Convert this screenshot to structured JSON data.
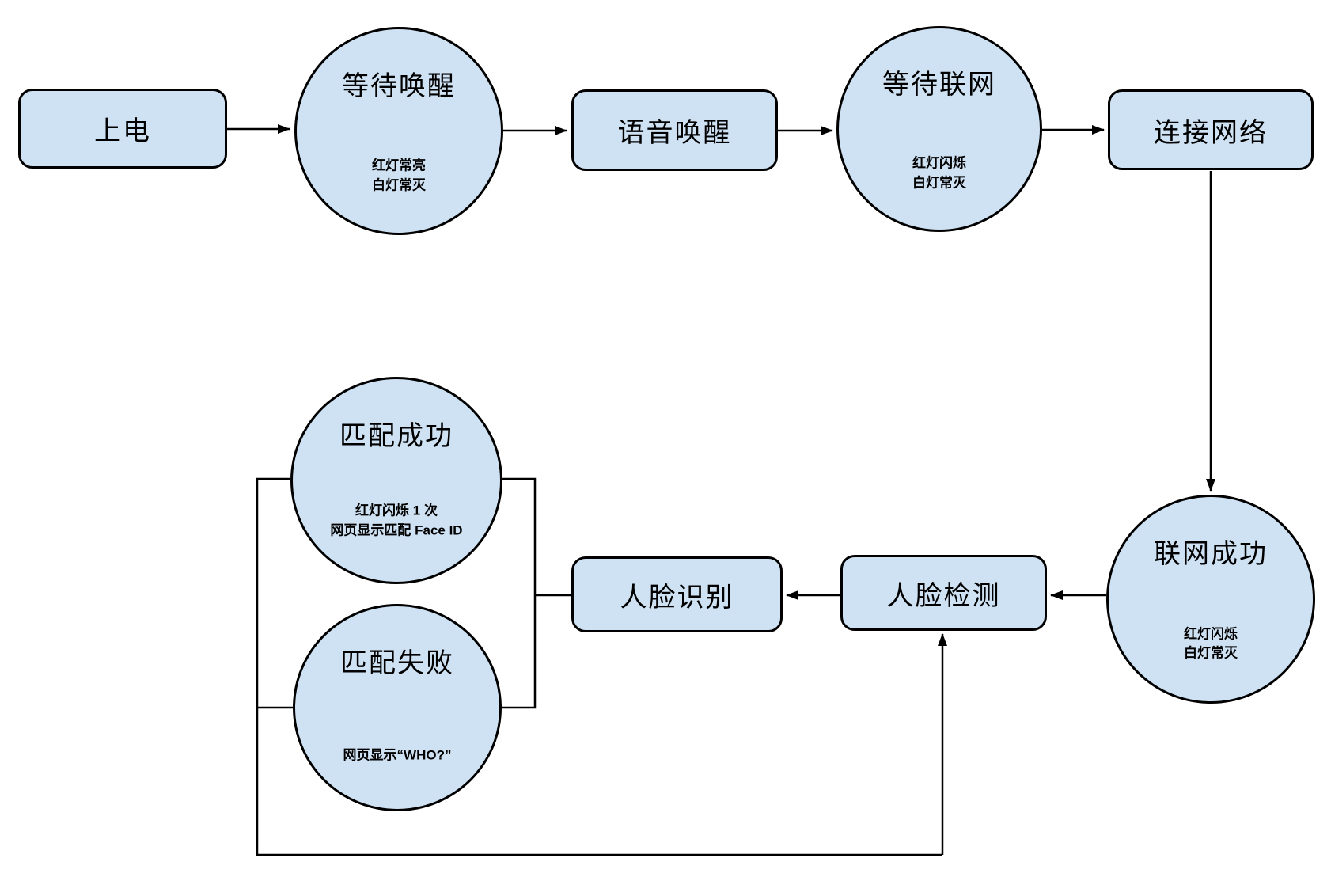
{
  "diagram": {
    "colors": {
      "node_fill": "#cfe2f3",
      "node_stroke": "#000000",
      "background": "#ffffff"
    },
    "nodes": {
      "power_on": {
        "label": "上电"
      },
      "wait_wake": {
        "label": "等待唤醒",
        "sub": "红灯常亮\n白灯常灭"
      },
      "voice_wake": {
        "label": "语音唤醒"
      },
      "wait_network": {
        "label": "等待联网",
        "sub": "红灯闪烁\n白灯常灭"
      },
      "connect_network": {
        "label": "连接网络"
      },
      "network_success": {
        "label": "联网成功",
        "sub": "红灯闪烁\n白灯常灭"
      },
      "face_detect": {
        "label": "人脸检测"
      },
      "face_recognize": {
        "label": "人脸识别"
      },
      "match_success": {
        "label": "匹配成功",
        "sub": "红灯闪烁 1 次\n网页显示匹配 Face ID"
      },
      "match_fail": {
        "label": "匹配失败",
        "sub": "网页显示“WHO?”"
      }
    }
  }
}
